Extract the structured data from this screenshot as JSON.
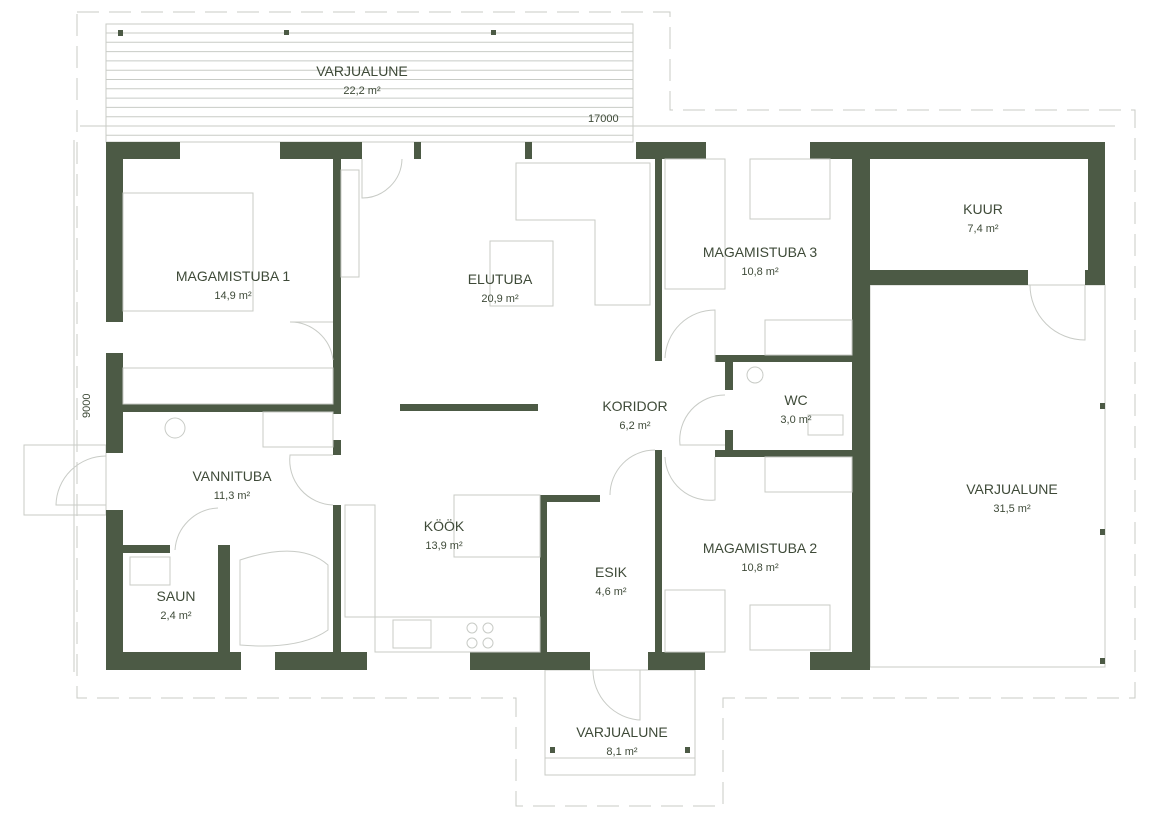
{
  "plan": {
    "wall_color": "#4c5a45",
    "dimensions": {
      "width": "17000",
      "depth": "9000"
    },
    "rooms": [
      {
        "name": "VARJUALUNE",
        "area": "22,2 m²"
      },
      {
        "name": "MAGAMISTUBA 1",
        "area": "14,9 m²"
      },
      {
        "name": "ELUTUBA",
        "area": "20,9 m²"
      },
      {
        "name": "MAGAMISTUBA 3",
        "area": "10,8 m²"
      },
      {
        "name": "KUUR",
        "area": "7,4 m²"
      },
      {
        "name": "KORIDOR",
        "area": "6,2 m²"
      },
      {
        "name": "WC",
        "area": "3,0 m²"
      },
      {
        "name": "VANNITUBA",
        "area": "11,3 m²"
      },
      {
        "name": "VARJUALUNE",
        "area": "31,5 m²"
      },
      {
        "name": "KÖÖK",
        "area": "13,9 m²"
      },
      {
        "name": "MAGAMISTUBA 2",
        "area": "10,8 m²"
      },
      {
        "name": "ESIK",
        "area": "4,6 m²"
      },
      {
        "name": "SAUN",
        "area": "2,4 m²"
      },
      {
        "name": "VARJUALUNE",
        "area": "8,1 m²"
      }
    ]
  }
}
